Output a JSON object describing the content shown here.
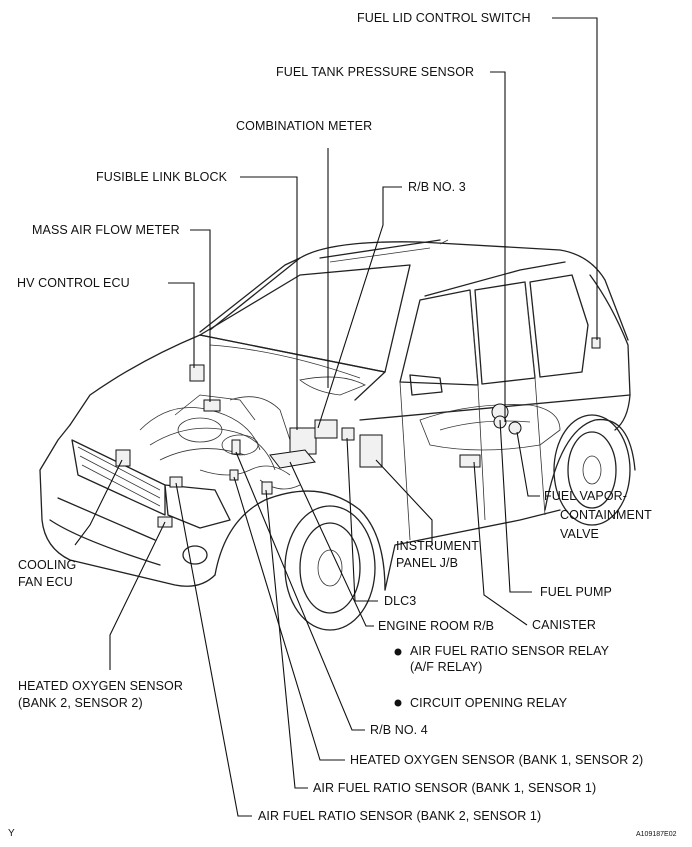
{
  "labels": {
    "fuel_lid_control_switch": "FUEL LID CONTROL SWITCH",
    "fuel_tank_pressure_sensor": "FUEL TANK PRESSURE SENSOR",
    "combination_meter": "COMBINATION METER",
    "fusible_link_block": "FUSIBLE LINK BLOCK",
    "rb_no3": "R/B NO. 3",
    "mass_air_flow_meter": "MASS AIR FLOW METER",
    "hv_control_ecu": "HV CONTROL ECU",
    "fuel_vapor_line1": "FUEL VAPOR-",
    "fuel_vapor_line2": "CONTAINMENT",
    "fuel_vapor_line3": "VALVE",
    "cooling_fan_line1": "COOLING",
    "cooling_fan_line2": "FAN ECU",
    "instrument_panel_line1": "INSTRUMENT",
    "instrument_panel_line2": "PANEL J/B",
    "fuel_pump": "FUEL PUMP",
    "dlc3": "DLC3",
    "canister": "CANISTER",
    "engine_room_rb": "ENGINE ROOM R/B",
    "af_relay_line1": "AIR FUEL RATIO SENSOR RELAY",
    "af_relay_line2": "(A/F RELAY)",
    "heated_o2_b2s2_line1": "HEATED OXYGEN SENSOR",
    "heated_o2_b2s2_line2": "(BANK 2, SENSOR 2)",
    "circuit_opening_relay": "CIRCUIT OPENING RELAY",
    "rb_no4": "R/B NO. 4",
    "heated_o2_b1s2": "HEATED OXYGEN SENSOR (BANK 1, SENSOR 2)",
    "af_sensor_b1s1": "AIR FUEL RATIO SENSOR (BANK 1, SENSOR 1)",
    "af_sensor_b2s1": "AIR FUEL RATIO SENSOR (BANK 2, SENSOR 1)"
  },
  "corner_mark": "Y",
  "figure_id": "A109187E02"
}
